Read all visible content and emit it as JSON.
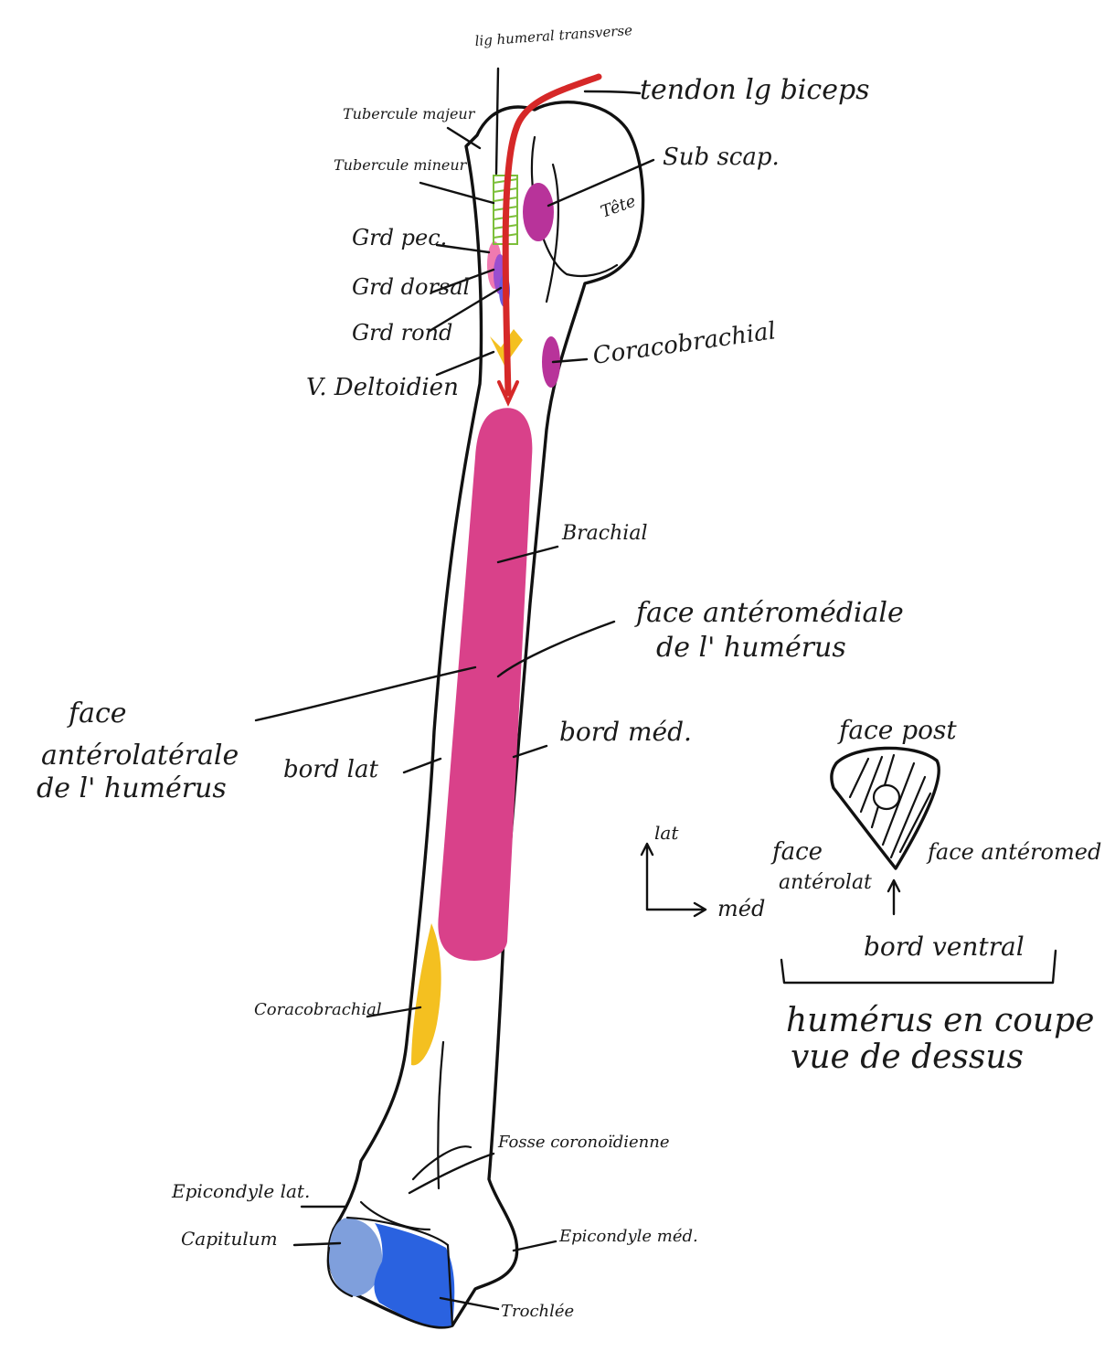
{
  "labels": {
    "lig_humeral_transverse": "lig humeral transverse",
    "tendon_lg_biceps": "tendon lg biceps",
    "tubercule_majeur": "Tubercule majeur",
    "tubercule_mineur": "Tubercule mineur",
    "sub_scap": "Sub scap.",
    "tete": "Tête",
    "grd_pec": "Grd pec.",
    "grd_dorsal": "Grd dorsal",
    "grd_rond": "Grd rond",
    "v_deltoidien": "V. Deltoidien",
    "coracobrachial_top": "Coracobrachial",
    "brachial": "Brachial",
    "face_anteromediale_1": "face antéromédiale",
    "face_anteromediale_2": "de l' humérus",
    "face_anterolaterale_1": "face",
    "face_anterolaterale_2": "antérolatérale",
    "face_anterolaterale_3": "de l' humérus",
    "bord_lat": "bord lat",
    "bord_med": "bord méd.",
    "coracobrachial_bottom": "Coracobrachial",
    "fosse_coronoidienne": "Fosse coronoïdienne",
    "epicondyle_lat": "Epicondyle lat.",
    "capitulum": "Capitulum",
    "epicondyle_med": "Epicondyle méd.",
    "trochlee": "Trochlée"
  },
  "section": {
    "face_post": "face post",
    "face_anterolat_1": "face",
    "face_anterolat_2": "antérolat",
    "face_anteromed": "face antéromed",
    "bord_ventral": "bord ventral",
    "caption_1": "humérus en coupe",
    "caption_2": "vue de dessus"
  },
  "axes": {
    "up": "lat",
    "right": "méd"
  },
  "colors": {
    "brachial": "#d9418a",
    "subscap": "#b8339a",
    "coracobrachial": "#f4c020",
    "biceps_tendon": "#d62828",
    "ligament": "#7cbf3a",
    "grd_pec": "#f07ab0",
    "grd_dorsal": "#9a4fd0",
    "grd_rond": "#6a5be0",
    "capitulum": "#7f9fdc",
    "trochlee": "#2a62e0"
  }
}
